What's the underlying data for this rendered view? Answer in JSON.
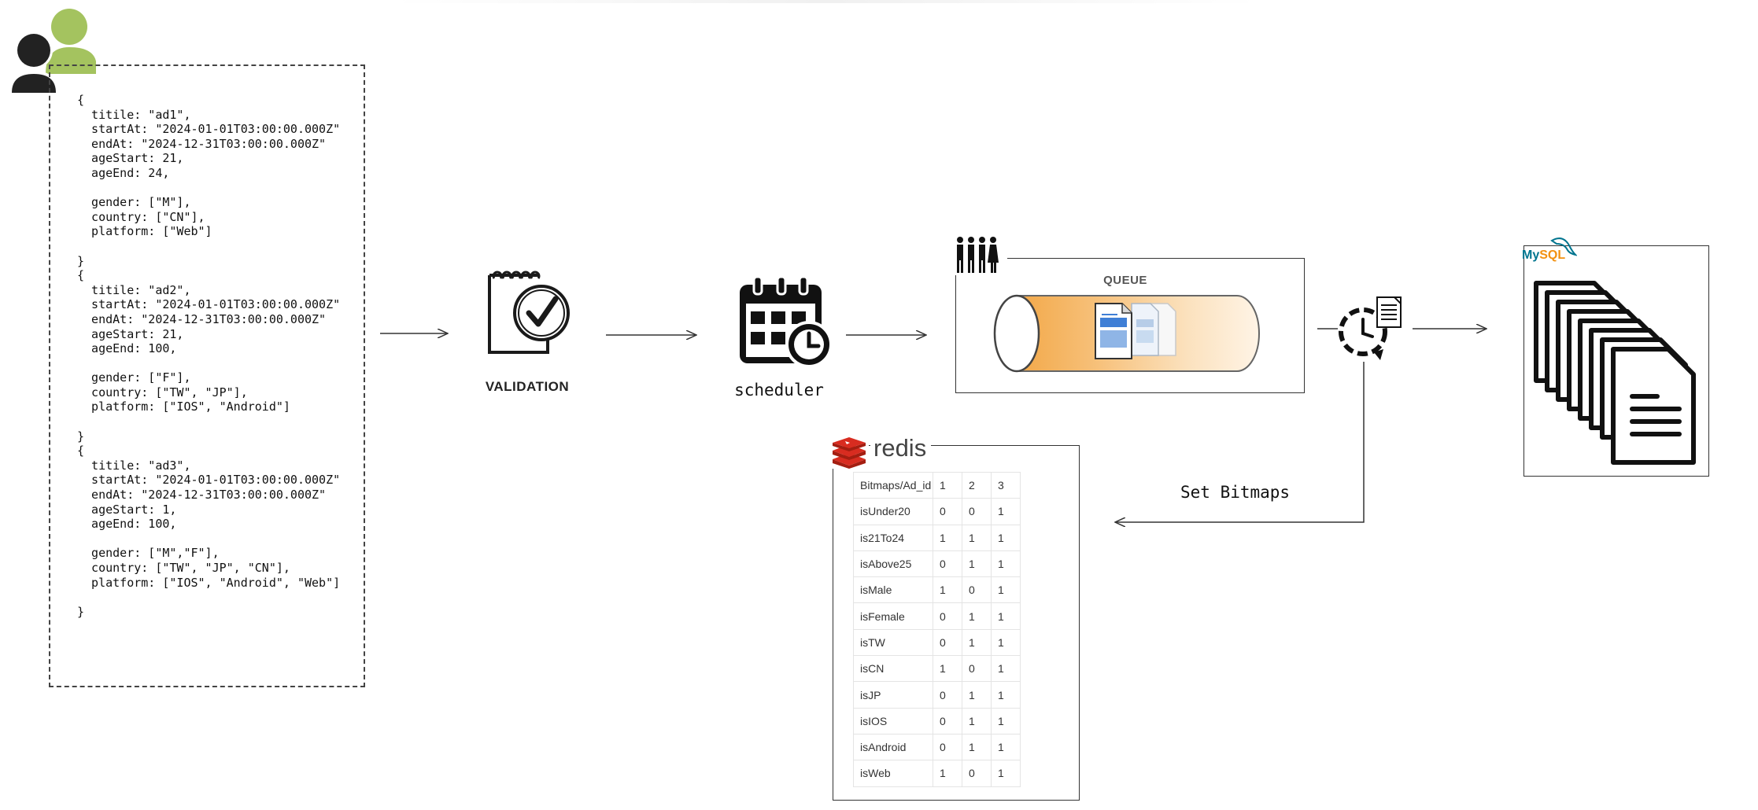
{
  "json_text": "{\n  titile: \"ad1\",\n  startAt: \"2024-01-01T03:00:00.000Z\"\n  endAt: \"2024-12-31T03:00:00.000Z\"\n  ageStart: 21,\n  ageEnd: 24,\n\n  gender: [\"M\"],\n  country: [\"CN\"],\n  platform: [\"Web\"]\n\n}\n{\n  titile: \"ad2\",\n  startAt: \"2024-01-01T03:00:00.000Z\"\n  endAt: \"2024-12-31T03:00:00.000Z\"\n  ageStart: 21,\n  ageEnd: 100,\n\n  gender: [\"F\"],\n  country: [\"TW\", \"JP\"],\n  platform: [\"IOS\", \"Android\"]\n\n}\n{\n  titile: \"ad3\",\n  startAt: \"2024-01-01T03:00:00.000Z\"\n  endAt: \"2024-12-31T03:00:00.000Z\"\n  ageStart: 1,\n  ageEnd: 100,\n\n  gender: [\"M\",\"F\"],\n  country: [\"TW\", \"JP\", \"CN\"],\n  platform: [\"IOS\", \"Android\", \"Web\"]\n\n}",
  "labels": {
    "validation": "VALIDATION",
    "scheduler": "scheduler",
    "queue": "QUEUE",
    "redis": "redis",
    "set_bitmaps": "Set Bitmaps",
    "mysql_my": "My",
    "mysql_sql": "SQL"
  },
  "redis_table": {
    "header": [
      "Bitmaps/Ad_id",
      "1",
      "2",
      "3"
    ],
    "rows": [
      [
        "isUnder20",
        "0",
        "0",
        "1"
      ],
      [
        "is21To24",
        "1",
        "1",
        "1"
      ],
      [
        "isAbove25",
        "0",
        "1",
        "1"
      ],
      [
        "isMale",
        "1",
        "0",
        "1"
      ],
      [
        "isFemale",
        "0",
        "1",
        "1"
      ],
      [
        "isTW",
        "0",
        "1",
        "1"
      ],
      [
        "isCN",
        "1",
        "0",
        "1"
      ],
      [
        "isJP",
        "0",
        "1",
        "1"
      ],
      [
        "isIOS",
        "0",
        "1",
        "1"
      ],
      [
        "isAndroid",
        "0",
        "1",
        "1"
      ],
      [
        "isWeb",
        "1",
        "0",
        "1"
      ]
    ]
  },
  "colors": {
    "user_front": "#222222",
    "user_back": "#a4c35f",
    "queue_orange": "#f7b463",
    "redis_red": "#d82c20",
    "mysql_blue": "#00758f",
    "mysql_orange": "#f29111"
  },
  "icons": {
    "users": "users-icon",
    "validation": "clipboard-check-icon",
    "scheduler": "calendar-clock-icon",
    "queue": "people-queue-icon",
    "worker": "clock-document-icon",
    "redis": "redis-logo-icon",
    "mysql": "mysql-logo-icon",
    "documents": "documents-stack-icon"
  }
}
